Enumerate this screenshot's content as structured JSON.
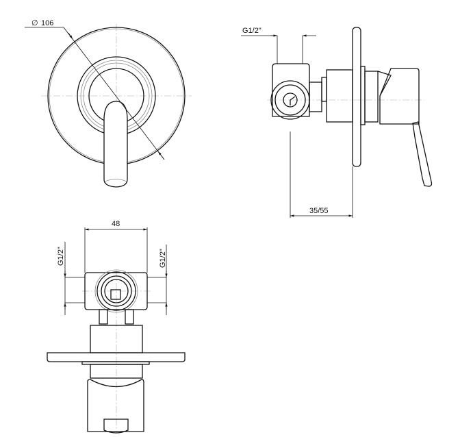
{
  "front_view": {
    "diameter_label": "106",
    "diameter_symbol": "∅"
  },
  "side_view": {
    "thread_label": "G1/2\"",
    "depth_label": "35/55"
  },
  "bottom_view": {
    "width_label": "48",
    "thread_left_label": "G1/2\"",
    "thread_right_label": "G1/2\""
  }
}
